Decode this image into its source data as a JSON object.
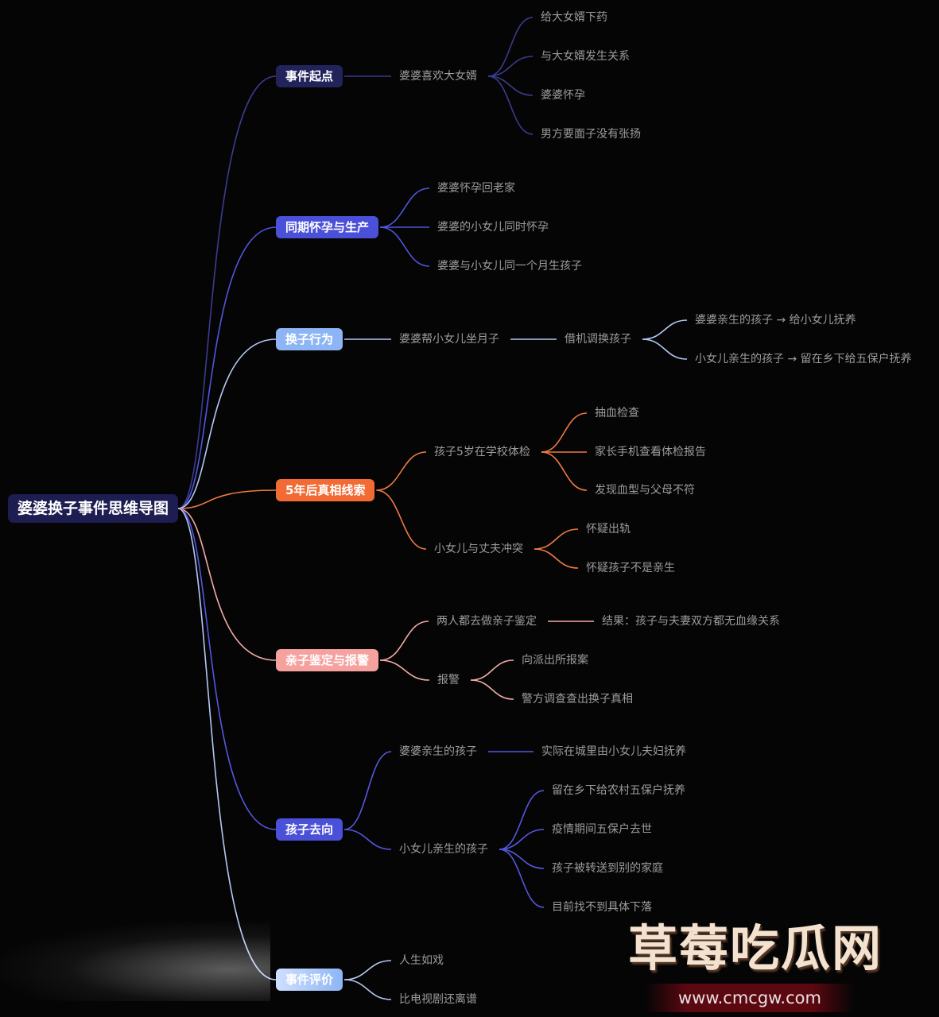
{
  "root": {
    "title": "婆婆换子事件思维导图",
    "color": "#1d1d52",
    "branches": [
      {
        "label": "事件起点",
        "color": "#23235c",
        "line": "#3b3b90",
        "children": [
          {
            "label": "婆婆喜欢大女婿",
            "children": [
              {
                "label": "给大女婿下药"
              },
              {
                "label": "与大女婿发生关系"
              },
              {
                "label": "婆婆怀孕"
              },
              {
                "label": "男方要面子没有张扬"
              }
            ]
          }
        ]
      },
      {
        "label": "同期怀孕与生产",
        "color": "#4a50d8",
        "line": "#5056e0",
        "children": [
          {
            "label": "婆婆怀孕回老家"
          },
          {
            "label": "婆婆的小女儿同时怀孕"
          },
          {
            "label": "婆婆与小女儿同一个月生孩子"
          }
        ]
      },
      {
        "label": "换子行为",
        "color": "#8db5f5",
        "line": "#b4c8f4",
        "children": [
          {
            "label": "婆婆帮小女儿坐月子",
            "children": [
              {
                "label": "借机调换孩子",
                "children": [
                  {
                    "label": "婆婆亲生的孩子 → 给小女儿抚养"
                  },
                  {
                    "label": "小女儿亲生的孩子 → 留在乡下给五保户抚养"
                  }
                ]
              }
            ]
          }
        ]
      },
      {
        "label": "5年后真相线索",
        "color": "#f26b35",
        "line": "#f07a45",
        "children": [
          {
            "label": "孩子5岁在学校体检",
            "children": [
              {
                "label": "抽血检查"
              },
              {
                "label": "家长手机查看体检报告"
              },
              {
                "label": "发现血型与父母不符"
              }
            ]
          },
          {
            "label": "小女儿与丈夫冲突",
            "children": [
              {
                "label": "怀疑出轨"
              },
              {
                "label": "怀疑孩子不是亲生"
              }
            ]
          }
        ]
      },
      {
        "label": "亲子鉴定与报警",
        "color": "#f5a29f",
        "line": "#f3aca8",
        "children": [
          {
            "label": "两人都去做亲子鉴定",
            "children": [
              {
                "label": "结果：孩子与夫妻双方都无血缘关系"
              }
            ]
          },
          {
            "label": "报警",
            "children": [
              {
                "label": "向派出所报案"
              },
              {
                "label": "警方调查查出换子真相"
              }
            ]
          }
        ]
      },
      {
        "label": "孩子去向",
        "color": "#4a50d8",
        "line": "#5458e0",
        "children": [
          {
            "label": "婆婆亲生的孩子",
            "children": [
              {
                "label": "实际在城里由小女儿夫妇抚养"
              }
            ]
          },
          {
            "label": "小女儿亲生的孩子",
            "children": [
              {
                "label": "留在乡下给农村五保户抚养"
              },
              {
                "label": "疫情期间五保户去世"
              },
              {
                "label": "孩子被转送到别的家庭"
              },
              {
                "label": "目前找不到具体下落"
              }
            ]
          }
        ]
      },
      {
        "label": "事件评价",
        "color": "#8db5f5",
        "line": "#b4c8f4",
        "children": [
          {
            "label": "人生如戏"
          },
          {
            "label": "比电视剧还离谱"
          }
        ]
      }
    ]
  },
  "watermark": {
    "title": "草莓吃瓜网",
    "url": "www.cmcgw.com"
  }
}
